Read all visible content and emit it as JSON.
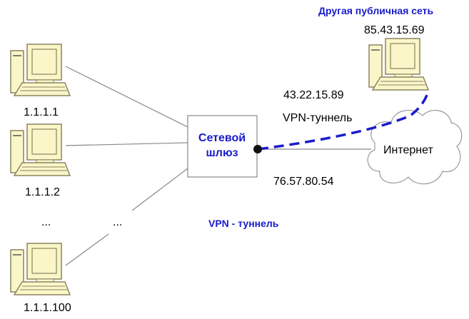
{
  "hosts": [
    {
      "ip": "1.1.1.1"
    },
    {
      "ip": "1.1.1.2"
    },
    {
      "ip": "1.1.1.100"
    }
  ],
  "ellipsis_left": "...",
  "ellipsis_link": "...",
  "gateway": {
    "line1": "Сетевой",
    "line2": "шлюз",
    "ip": "76.57.80.54"
  },
  "internet_label": "Интернет",
  "tunnel_label": "VPN-туннель",
  "tunnel_end_ip": "43.22.15.89",
  "remote": {
    "title": "Другая публичная сеть",
    "ip": "85.43.15.69"
  },
  "caption": "VPN - туннель",
  "colors": {
    "accent": "#1a1acc",
    "computer_fill": "#fbf6c8",
    "computer_stroke": "#8a8460"
  }
}
